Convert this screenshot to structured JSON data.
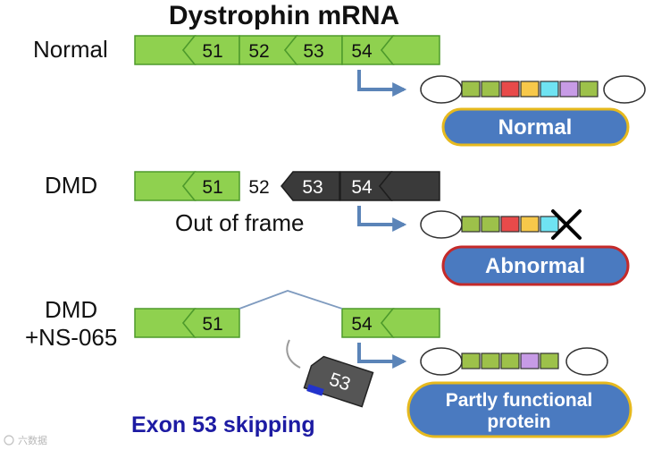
{
  "title": "Dystrophin mRNA",
  "rows": {
    "normal": {
      "label": "Normal",
      "exons": [
        "51",
        "52",
        "53",
        "54"
      ],
      "protein_label": "Normal"
    },
    "dmd": {
      "label": "DMD",
      "exons": [
        "51",
        "52",
        "53",
        "54"
      ],
      "note": "Out of frame",
      "protein_label": "Abnormal"
    },
    "ns065": {
      "label_line1": "DMD",
      "label_line2": "+NS-065",
      "exons": [
        "51",
        "54"
      ],
      "skipped_exon": "53",
      "skip_label": "Exon 53 skipping",
      "protein_label_line1": "Partly functional",
      "protein_label_line2": "protein"
    }
  },
  "colors": {
    "exon_green": "#8fd14f",
    "exon_green_stroke": "#4e9a2c",
    "exon_gray": "#3a3a3a",
    "arrow_blue": "#5b84b8",
    "pill_blue": "#4a7ac0",
    "pill_gold": "#e6b91e",
    "pill_red": "#c42a2a",
    "splice_line": "#7f9bbf",
    "skip_text": "#1d1ba3",
    "antisense_blue": "#2233cc"
  },
  "protein_domains": {
    "normal": [
      "#9dc14a",
      "#9dc14a",
      "#e84a4a",
      "#f7c84a",
      "#6fe3f2",
      "#c79be6",
      "#9dc14a"
    ],
    "dmd": [
      "#9dc14a",
      "#9dc14a",
      "#e84a4a",
      "#f7c84a",
      "#6fe3f2"
    ],
    "ns065": [
      "#9dc14a",
      "#9dc14a",
      "#9dc14a",
      "#c79be6",
      "#9dc14a"
    ]
  },
  "icons": {
    "stop": "cross-icon",
    "antisense": "antisense-oligo-icon",
    "watermark": "watermark-logo"
  },
  "watermark": "六数据"
}
